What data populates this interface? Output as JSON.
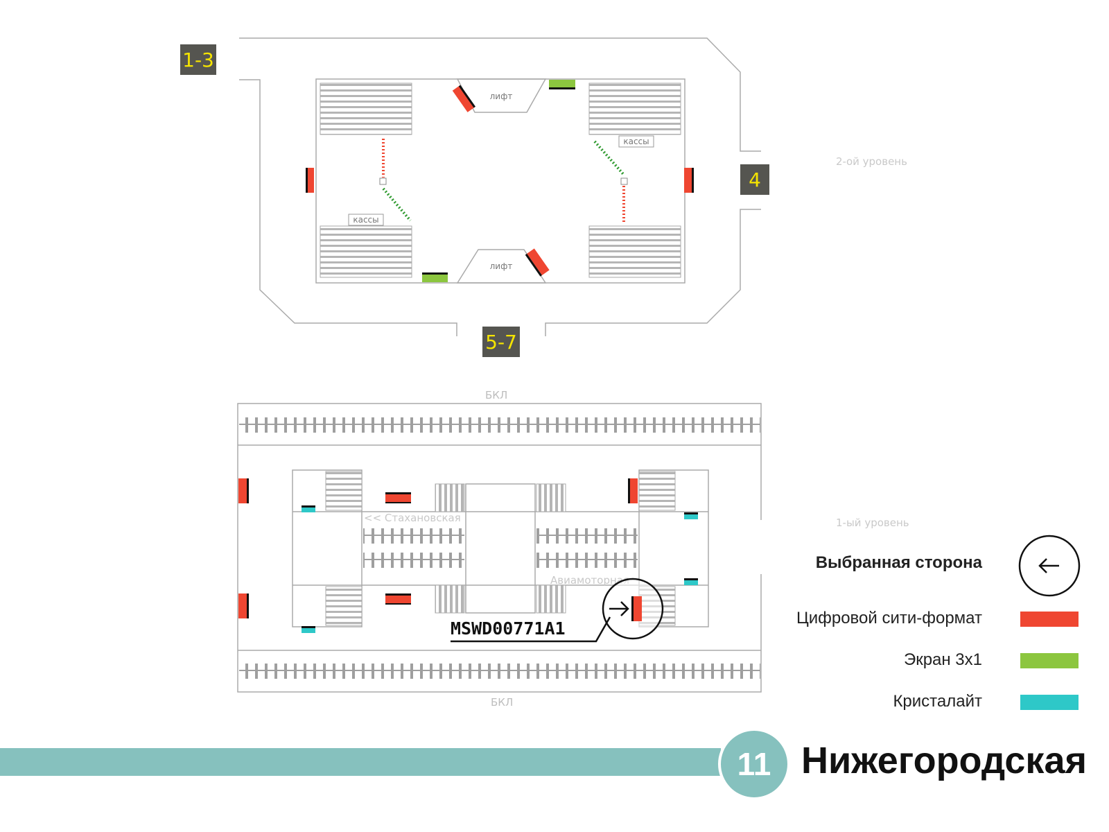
{
  "station": {
    "name": "Нижегородская",
    "line_number": "11",
    "line_color": "#86c1be"
  },
  "exits": {
    "e1": "1-3",
    "e2": "4",
    "e3": "5-7"
  },
  "level_labels": {
    "upper": "2-ой уровень",
    "lower": "1-ый уровень"
  },
  "upper_level": {
    "lift": "лифт",
    "kassy": "кассы"
  },
  "lower_level": {
    "line_top": "БКЛ",
    "line_bottom": "БКЛ",
    "dir_left": "<< Стахановская",
    "dir_right": "Авиамоторная"
  },
  "selected": {
    "code": "MSWD00771A1"
  },
  "legend": {
    "selected_side": "Выбранная сторона",
    "items": [
      {
        "label": "Цифровой сити-формат",
        "color": "#ef4631"
      },
      {
        "label": "Экран 3х1",
        "color": "#8cc63f"
      },
      {
        "label": "Кристалайт",
        "color": "#2ec8c8"
      }
    ]
  }
}
